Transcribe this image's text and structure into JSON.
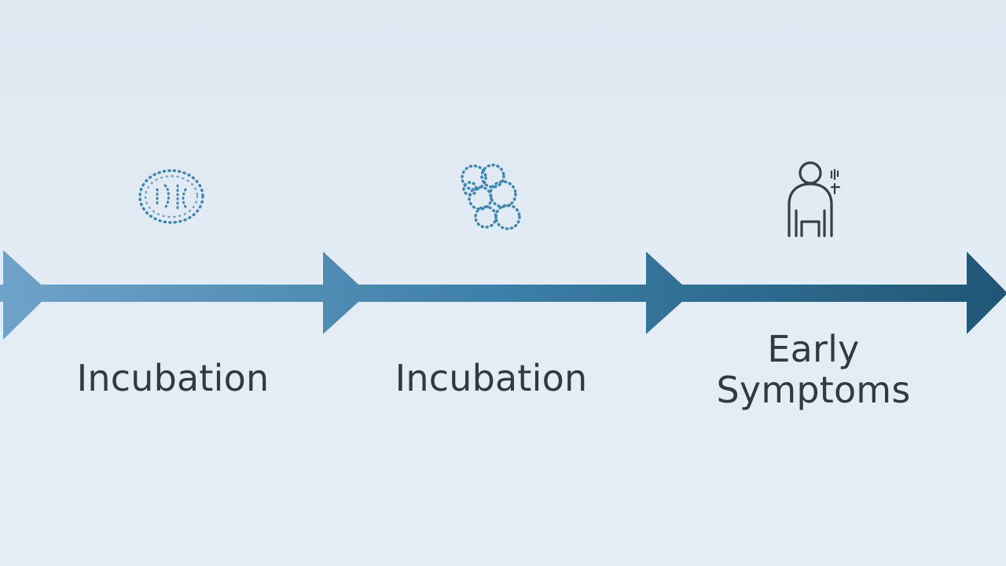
{
  "colors": {
    "background": "#e2ebf3",
    "arrow_start": "#6fa3c9",
    "arrow_mid": "#3d7fa8",
    "arrow_end": "#1f5676",
    "icon_blue": "#3f86b2",
    "icon_dark": "#3a3f45",
    "text": "#2f3a44"
  },
  "stages": [
    {
      "label": "Incubation",
      "icon": "virus-particle-icon"
    },
    {
      "label": "Incubation",
      "icon": "cell-cluster-icon"
    },
    {
      "label": "Early\nSymptoms",
      "icon": "sick-person-icon"
    }
  ]
}
